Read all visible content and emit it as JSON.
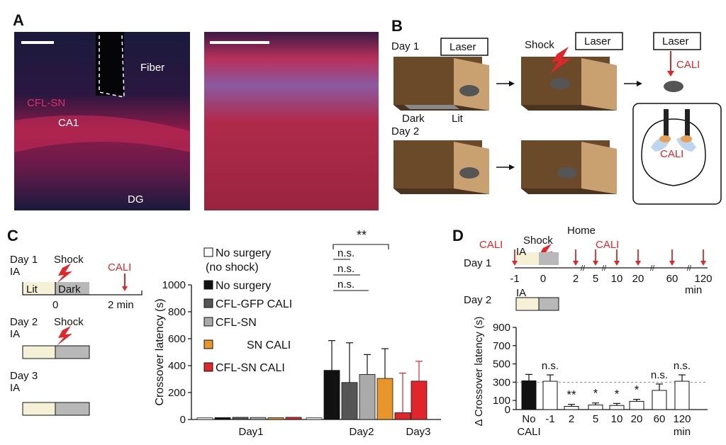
{
  "panels": {
    "a": "A",
    "b": "B",
    "c": "C",
    "d": "D"
  },
  "panel_a": {
    "fiber": "Fiber",
    "cfl_sn": "CFL-SN",
    "ca1": "CA1",
    "dg": "DG"
  },
  "panel_b": {
    "day1": "Day 1",
    "day2": "Day 2",
    "laser": "Laser",
    "shock": "Shock",
    "dark": "Dark",
    "lit": "Lit",
    "cali": "CALI"
  },
  "panel_c": {
    "day1": "Day 1",
    "ia1": "IA",
    "shock1": "Shock",
    "cali": "CALI",
    "lit": "Lit",
    "dark": "Dark",
    "t0": "0",
    "t2": "2 min",
    "day2": "Day 2",
    "ia2": "IA",
    "shock2": "Shock",
    "day3": "Day 3",
    "ia3": "IA"
  },
  "panel_d": {
    "cali": "CALI",
    "shock": "Shock",
    "home": "Home",
    "cali2": "CALI",
    "ia1": "IA",
    "day1": "Day 1",
    "day2": "Day 2",
    "ia2": "IA",
    "ticks": [
      "-1",
      "0",
      "2",
      "5",
      "10",
      "20",
      "60",
      "120"
    ],
    "min": "min"
  },
  "chart_data": [
    {
      "type": "bar",
      "ylabel": "Crossover latency (s)",
      "ylim": [
        0,
        1000
      ],
      "yticks": [
        0,
        200,
        400,
        600,
        800,
        1000
      ],
      "days": [
        "Day1",
        "Day2",
        "Day3"
      ],
      "legend": [
        "No surgery",
        "(no shock)",
        "No surgery",
        "CFL-GFP CALI",
        "CFL-SN",
        "SN CALI",
        "CFL-SN CALI"
      ],
      "significance": [
        "**",
        "n.s.",
        "n.s.",
        "n.s."
      ],
      "series": [
        {
          "day": "Day1",
          "group": "No surgery (no shock)",
          "color": "#ffffff",
          "value": 12
        },
        {
          "day": "Day1",
          "group": "No surgery",
          "color": "#111111",
          "value": 14
        },
        {
          "day": "Day1",
          "group": "CFL-GFP CALI",
          "color": "#555555",
          "value": 16
        },
        {
          "day": "Day1",
          "group": "CFL-SN",
          "color": "#aaaaaa",
          "value": 15
        },
        {
          "day": "Day1",
          "group": "SN CALI",
          "color": "#e8962a",
          "value": 13
        },
        {
          "day": "Day1",
          "group": "CFL-SN CALI",
          "color": "#e0262a",
          "value": 16
        },
        {
          "day": "Day2",
          "group": "No surgery (no shock)",
          "color": "#ffffff",
          "value": 12
        },
        {
          "day": "Day2",
          "group": "No surgery",
          "color": "#111111",
          "value": 365
        },
        {
          "day": "Day2",
          "group": "CFL-GFP CALI",
          "color": "#555555",
          "value": 275
        },
        {
          "day": "Day2",
          "group": "CFL-SN",
          "color": "#aaaaaa",
          "value": 335
        },
        {
          "day": "Day2",
          "group": "SN CALI",
          "color": "#e8962a",
          "value": 305
        },
        {
          "day": "Day2",
          "group": "CFL-SN CALI",
          "color": "#e0262a",
          "value": 50
        },
        {
          "day": "Day3",
          "group": "CFL-SN CALI",
          "color": "#e0262a",
          "value": 285
        }
      ]
    },
    {
      "type": "bar",
      "ylabel": "Δ Crossover latency (s)",
      "ylim": [
        0,
        900
      ],
      "yticks": [
        0,
        100,
        300,
        500,
        700,
        900
      ],
      "reference_line": 300,
      "categories": [
        "No CALI",
        "-1",
        "2",
        "5",
        "10",
        "20",
        "60",
        "120"
      ],
      "xlabel_unit": "min",
      "values": [
        315,
        310,
        35,
        50,
        45,
        90,
        210,
        310
      ],
      "significance": [
        "",
        "n.s.",
        "**",
        "*",
        "*",
        "*",
        "n.s.",
        "n.s."
      ]
    }
  ]
}
